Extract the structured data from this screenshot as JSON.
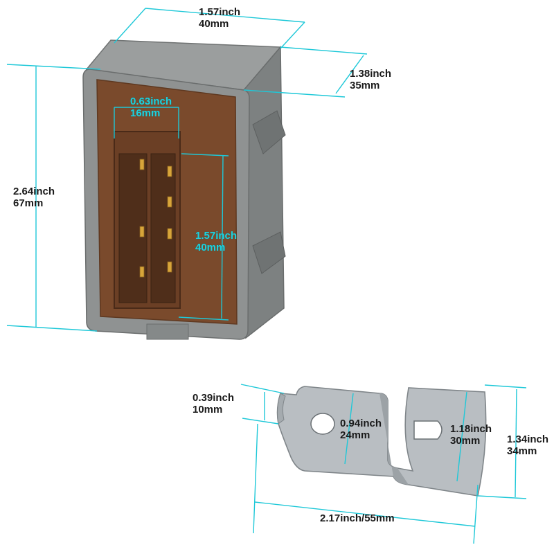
{
  "image": {
    "subjects": [
      "relay-module",
      "mounting-bracket"
    ]
  },
  "colors": {
    "dimension_line": "#1ec8d8",
    "housing_gray": "#8f9292",
    "connector_brown": "#7a4a2c",
    "pin_gold": "#d8a53a",
    "bracket_silver": "#b9bec2",
    "label_text": "#1a1a1a",
    "label_cyan": "#1fd0dc"
  },
  "dimensions": {
    "top_width": {
      "inch": "1.57inch",
      "mm": "40mm"
    },
    "depth": {
      "inch": "1.38inch",
      "mm": "35mm"
    },
    "height": {
      "inch": "2.64inch",
      "mm": "67mm"
    },
    "connector_width": {
      "inch": "0.63inch",
      "mm": "16mm"
    },
    "connector_height": {
      "inch": "1.57inch",
      "mm": "40mm"
    },
    "bracket_tab": {
      "inch": "0.39inch",
      "mm": "10mm"
    },
    "bracket_inner": {
      "inch": "0.94inch",
      "mm": "24mm"
    },
    "bracket_mid": {
      "inch": "1.18inch",
      "mm": "30mm"
    },
    "bracket_total": {
      "inch": "1.34inch",
      "mm": "34mm"
    },
    "bracket_length": {
      "combined": "2.17inch/55mm"
    }
  }
}
